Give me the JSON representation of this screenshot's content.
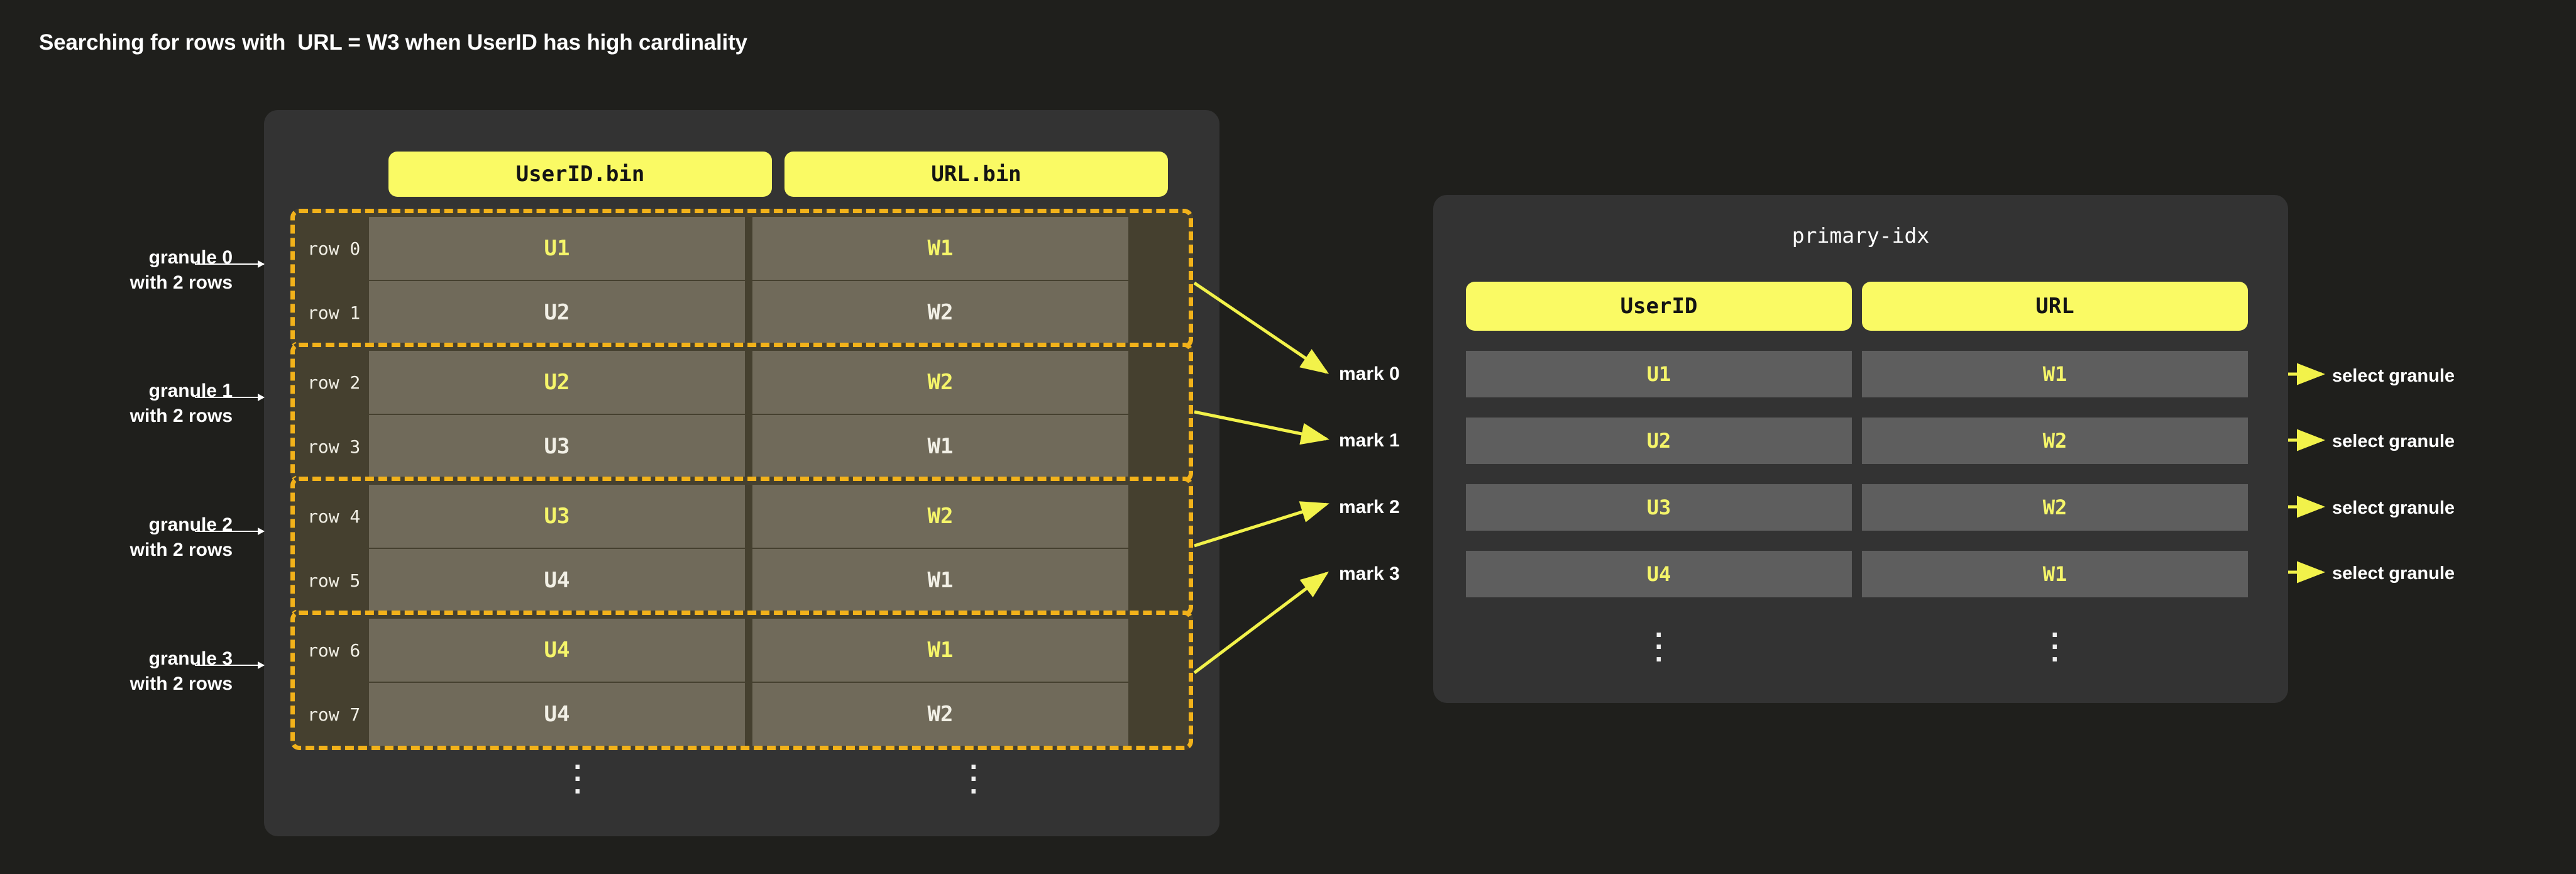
{
  "title": "Searching for rows with  URL = W3 when UserID has high cardinality",
  "colors": {
    "background": "#1f1f1c",
    "panel": "#333333",
    "accent_yellow": "#fafa64",
    "granule_border": "#f2b21a",
    "granule_fill": "#45402f",
    "cell_parts": "#706a5a",
    "cell_index": "#5e5e5e",
    "mark_text": "#f5f56a",
    "arrow_yellow": "#f2f24a",
    "arrow_white": "#ffffff"
  },
  "parts_panel": {
    "columns": [
      {
        "header": "UserID.bin",
        "name": "userid-bin"
      },
      {
        "header": "URL.bin",
        "name": "url-bin"
      }
    ],
    "granules": [
      {
        "label": "granule 0\nwith 2 rows",
        "rows": [
          {
            "row_label": "row 0",
            "userid": "U1",
            "url": "W1",
            "highlighted": true
          },
          {
            "row_label": "row 1",
            "userid": "U2",
            "url": "W2",
            "highlighted": false
          }
        ]
      },
      {
        "label": "granule 1\nwith 2 rows",
        "rows": [
          {
            "row_label": "row 2",
            "userid": "U2",
            "url": "W2",
            "highlighted": true
          },
          {
            "row_label": "row 3",
            "userid": "U3",
            "url": "W1",
            "highlighted": false
          }
        ]
      },
      {
        "label": "granule 2\nwith 2 rows",
        "rows": [
          {
            "row_label": "row 4",
            "userid": "U3",
            "url": "W2",
            "highlighted": true
          },
          {
            "row_label": "row 5",
            "userid": "U4",
            "url": "W1",
            "highlighted": false
          }
        ]
      },
      {
        "label": "granule 3\nwith 2 rows",
        "rows": [
          {
            "row_label": "row 6",
            "userid": "U4",
            "url": "W1",
            "highlighted": true
          },
          {
            "row_label": "row 7",
            "userid": "U4",
            "url": "W2",
            "highlighted": false
          }
        ]
      }
    ],
    "ellipsis": "⋮"
  },
  "marks": [
    {
      "label": "mark 0"
    },
    {
      "label": "mark 1"
    },
    {
      "label": "mark 2"
    },
    {
      "label": "mark 3"
    }
  ],
  "primary_index": {
    "title": "primary-idx",
    "columns": [
      {
        "header": "UserID",
        "name": "userid"
      },
      {
        "header": "URL",
        "name": "url"
      }
    ],
    "rows": [
      {
        "userid": "U1",
        "url": "W1",
        "action": "select granule"
      },
      {
        "userid": "U2",
        "url": "W2",
        "action": "select granule"
      },
      {
        "userid": "U3",
        "url": "W2",
        "action": "select granule"
      },
      {
        "userid": "U4",
        "url": "W1",
        "action": "select granule"
      }
    ],
    "ellipsis": "⋮"
  }
}
